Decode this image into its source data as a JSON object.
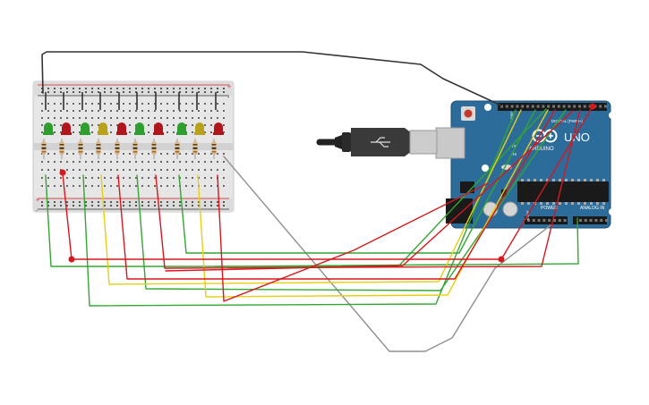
{
  "board": {
    "brand": "ARDUINO",
    "model": "UNO",
    "digital_label": "DIGITAL (PWM~)",
    "power_label": "POWER",
    "analog_label": "ANALOG IN",
    "tx_label": "TX",
    "rx_label": "RX",
    "ioref_label": "IOREF",
    "aref_label": "AREF"
  },
  "breadboard": {
    "plus_sign": "+",
    "minus_sign": "-"
  },
  "leds": [
    {
      "color": "#2e9e2e"
    },
    {
      "color": "#b0161c"
    },
    {
      "color": "#2e9e2e"
    },
    {
      "color": "#b8a21a"
    },
    {
      "color": "#b0161c"
    },
    {
      "color": "#2e9e2e"
    },
    {
      "color": "#b0161c"
    },
    {
      "color": "#2e9e2e"
    },
    {
      "color": "#b8a21a"
    },
    {
      "color": "#b0161c"
    }
  ],
  "colors": {
    "board": "#2c6c9a",
    "wire_red": "#d6171d",
    "wire_green": "#33a532",
    "wire_yellow": "#e6cf12",
    "wire_black": "#333333",
    "wire_gray": "#8f8f8f"
  }
}
